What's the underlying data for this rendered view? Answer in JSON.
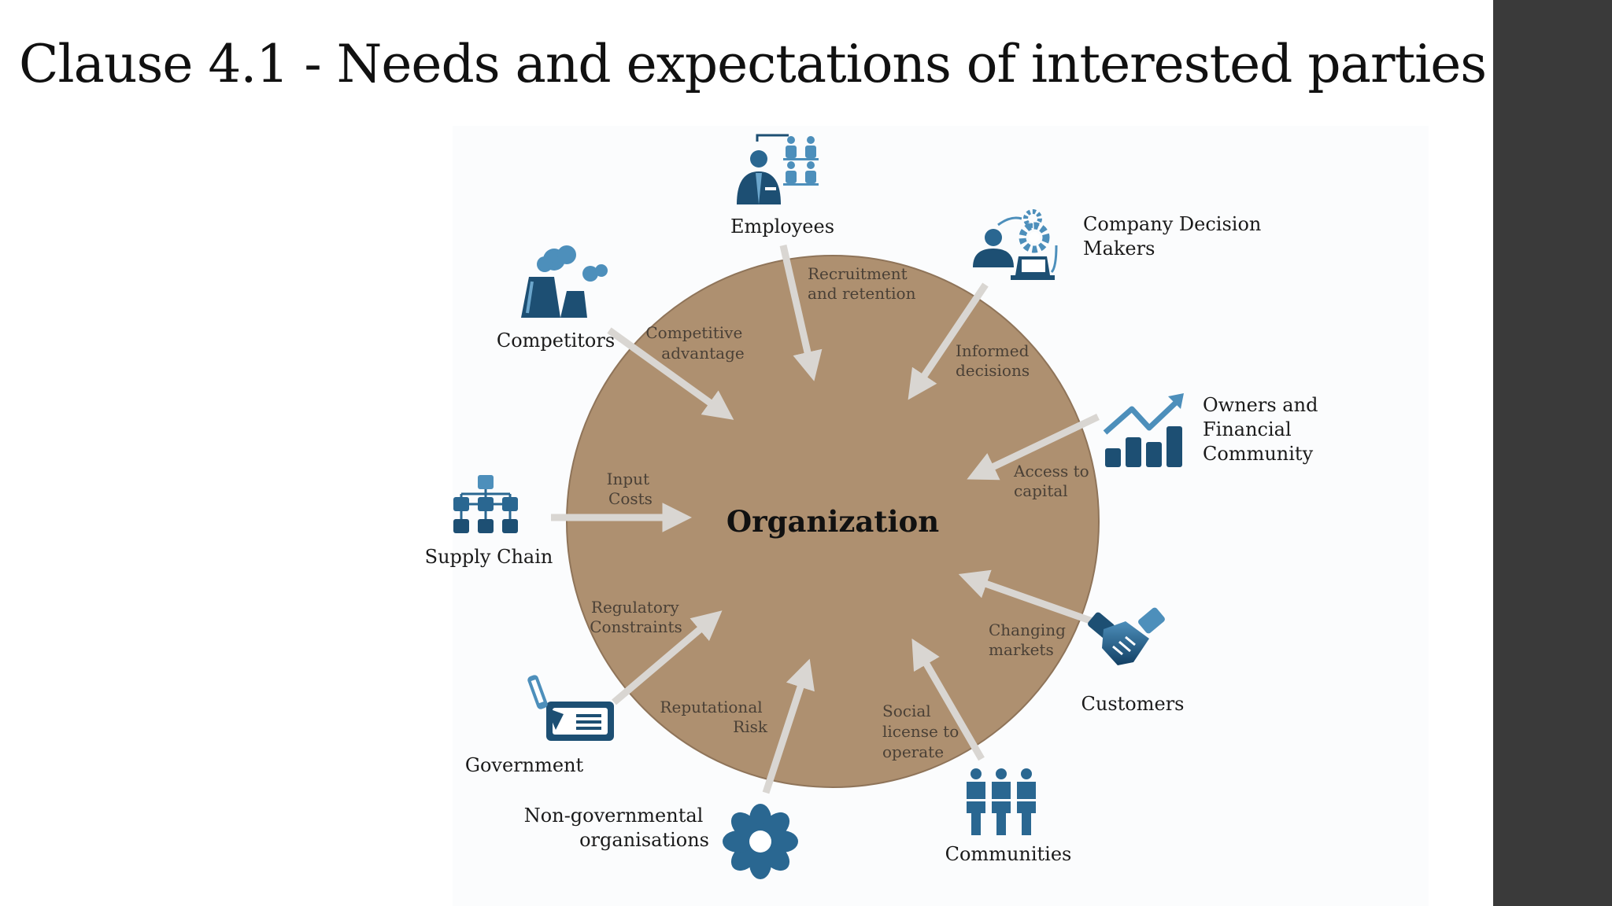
{
  "title": "Clause 4.1 - Needs and expectations of interested parties",
  "colors": {
    "circle": "#ae9070",
    "arrow": "#d9d6d2",
    "icon_dark": "#1d4f73",
    "icon_light": "#4d8fbb",
    "sidebar": "#3a3a3a"
  },
  "center_label": "Organization",
  "parties": [
    {
      "id": "employees",
      "icon": "people-group-icon",
      "label_lines": [
        "Employees"
      ],
      "need_lines": [
        "Recruitment",
        "and retention"
      ]
    },
    {
      "id": "decision-makers",
      "icon": "decision-cycle-icon",
      "label_lines": [
        "Company Decision",
        "Makers"
      ],
      "need_lines": [
        "Informed",
        "decisions"
      ]
    },
    {
      "id": "owners",
      "icon": "growth-chart-icon",
      "label_lines": [
        "Owners and",
        "Financial",
        "Community"
      ],
      "need_lines": [
        "Access to",
        "capital"
      ]
    },
    {
      "id": "customers",
      "icon": "handshake-icon",
      "label_lines": [
        "Customers"
      ],
      "need_lines": [
        "Changing",
        "markets"
      ]
    },
    {
      "id": "communities",
      "icon": "community-people-icon",
      "label_lines": [
        "Communities"
      ],
      "need_lines": [
        "Social",
        "license to",
        "operate"
      ]
    },
    {
      "id": "ngo",
      "icon": "flower-icon",
      "label_lines": [
        "Non-governmental",
        "organisations"
      ],
      "need_lines": [
        "Reputational",
        "Risk"
      ]
    },
    {
      "id": "government",
      "icon": "pen-document-icon",
      "label_lines": [
        "Government"
      ],
      "need_lines": [
        "Regulatory",
        "Constraints"
      ]
    },
    {
      "id": "supply-chain",
      "icon": "hierarchy-chart-icon",
      "label_lines": [
        "Supply Chain"
      ],
      "need_lines": [
        "Input",
        "Costs"
      ]
    },
    {
      "id": "competitors",
      "icon": "factory-icon",
      "label_lines": [
        "Competitors"
      ],
      "need_lines": [
        "Competitive",
        "advantage"
      ]
    }
  ]
}
